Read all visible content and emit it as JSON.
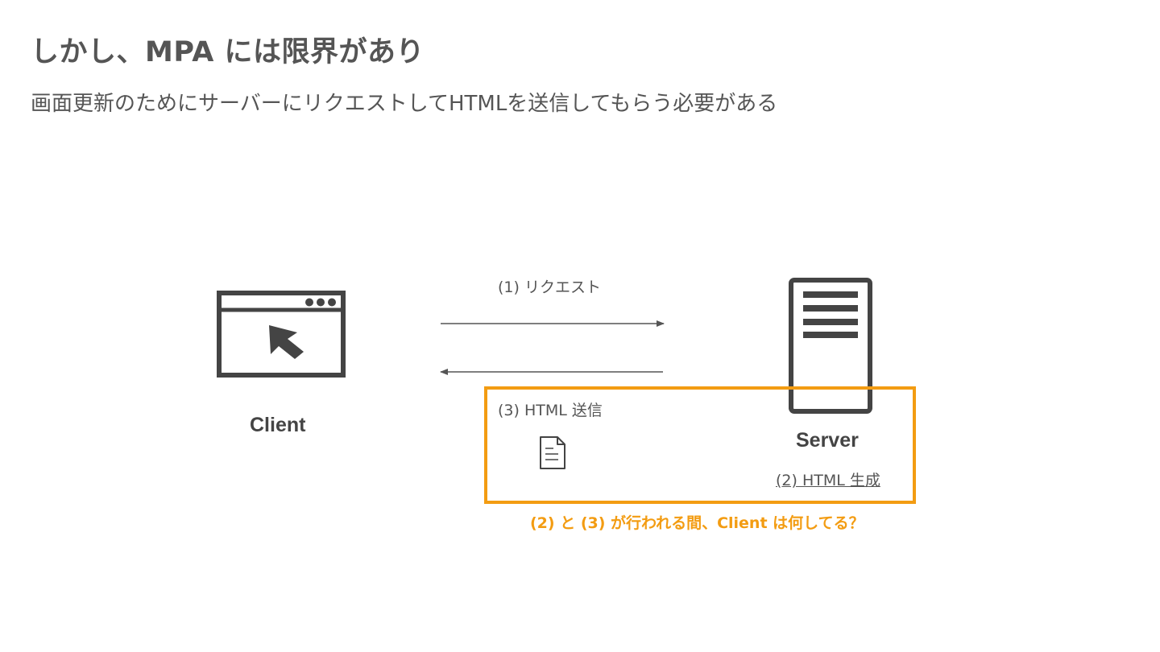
{
  "slide": {
    "title": "しかし、MPA には限界があり",
    "subtitle": "画面更新のためにサーバーにリクエストしてHTMLを送信してもらう必要がある"
  },
  "diagram": {
    "client": {
      "label": "Client",
      "icon": "browser-window-cursor-icon"
    },
    "server": {
      "label": "Server",
      "icon": "server-tower-icon"
    },
    "request_label": "(1) リクエスト",
    "response_label": "(3) HTML 送信",
    "generate_label": "(2) HTML 生成",
    "document_icon": "document-icon",
    "question": "(2) と (3) が行われる間、Client は何してる？"
  },
  "colors": {
    "highlight": "#f39c12",
    "icon_dark": "#444444",
    "text": "#555555"
  }
}
